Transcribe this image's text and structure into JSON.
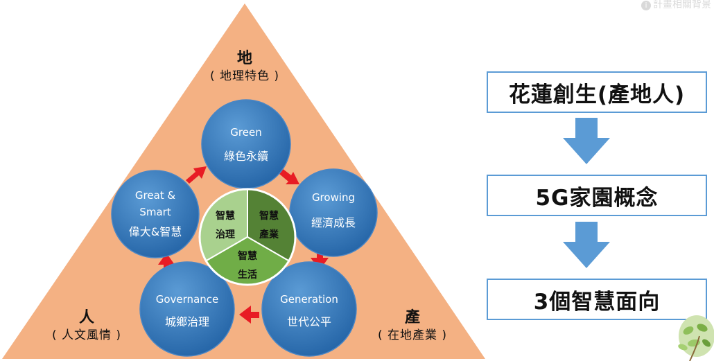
{
  "top_right_text": "計畫相關背景",
  "triangle": {
    "top": {
      "title": "地",
      "subtitle": "( 地理特色 )"
    },
    "left": {
      "title": "人",
      "subtitle": "( 人文風情 )"
    },
    "right": {
      "title": "產",
      "subtitle": "( 在地產業 )"
    }
  },
  "circles": {
    "green": {
      "en": "Green",
      "zh": "綠色永續"
    },
    "growing": {
      "en": "Growing",
      "zh": "經濟成長"
    },
    "generation": {
      "en": "Generation",
      "zh": "世代公平"
    },
    "governance": {
      "en": "Governance",
      "zh": "城鄉治理"
    },
    "great_smart": {
      "en_line1": "Great &",
      "en_line2": "Smart",
      "zh": "偉大&智慧"
    }
  },
  "center_pie": {
    "governance": {
      "line1": "智慧",
      "line2": "治理"
    },
    "industry": {
      "line1": "智慧",
      "line2": "產業"
    },
    "life": {
      "line1": "智慧",
      "line2": "生活"
    }
  },
  "flow": {
    "step1": "花蓮創生(產地人)",
    "step2": "5G家園概念",
    "step3": "3個智慧面向"
  },
  "colors": {
    "triangle_fill": "#f4b183",
    "circle_fill": "#2e75b6",
    "circle_highlight": "#5b9bd5",
    "arrow_red": "#e81c24",
    "flow_arrow": "#5b9bd5",
    "pie_light": "#a9d18e",
    "pie_dark": "#548235",
    "pie_mid": "#70ad47"
  }
}
